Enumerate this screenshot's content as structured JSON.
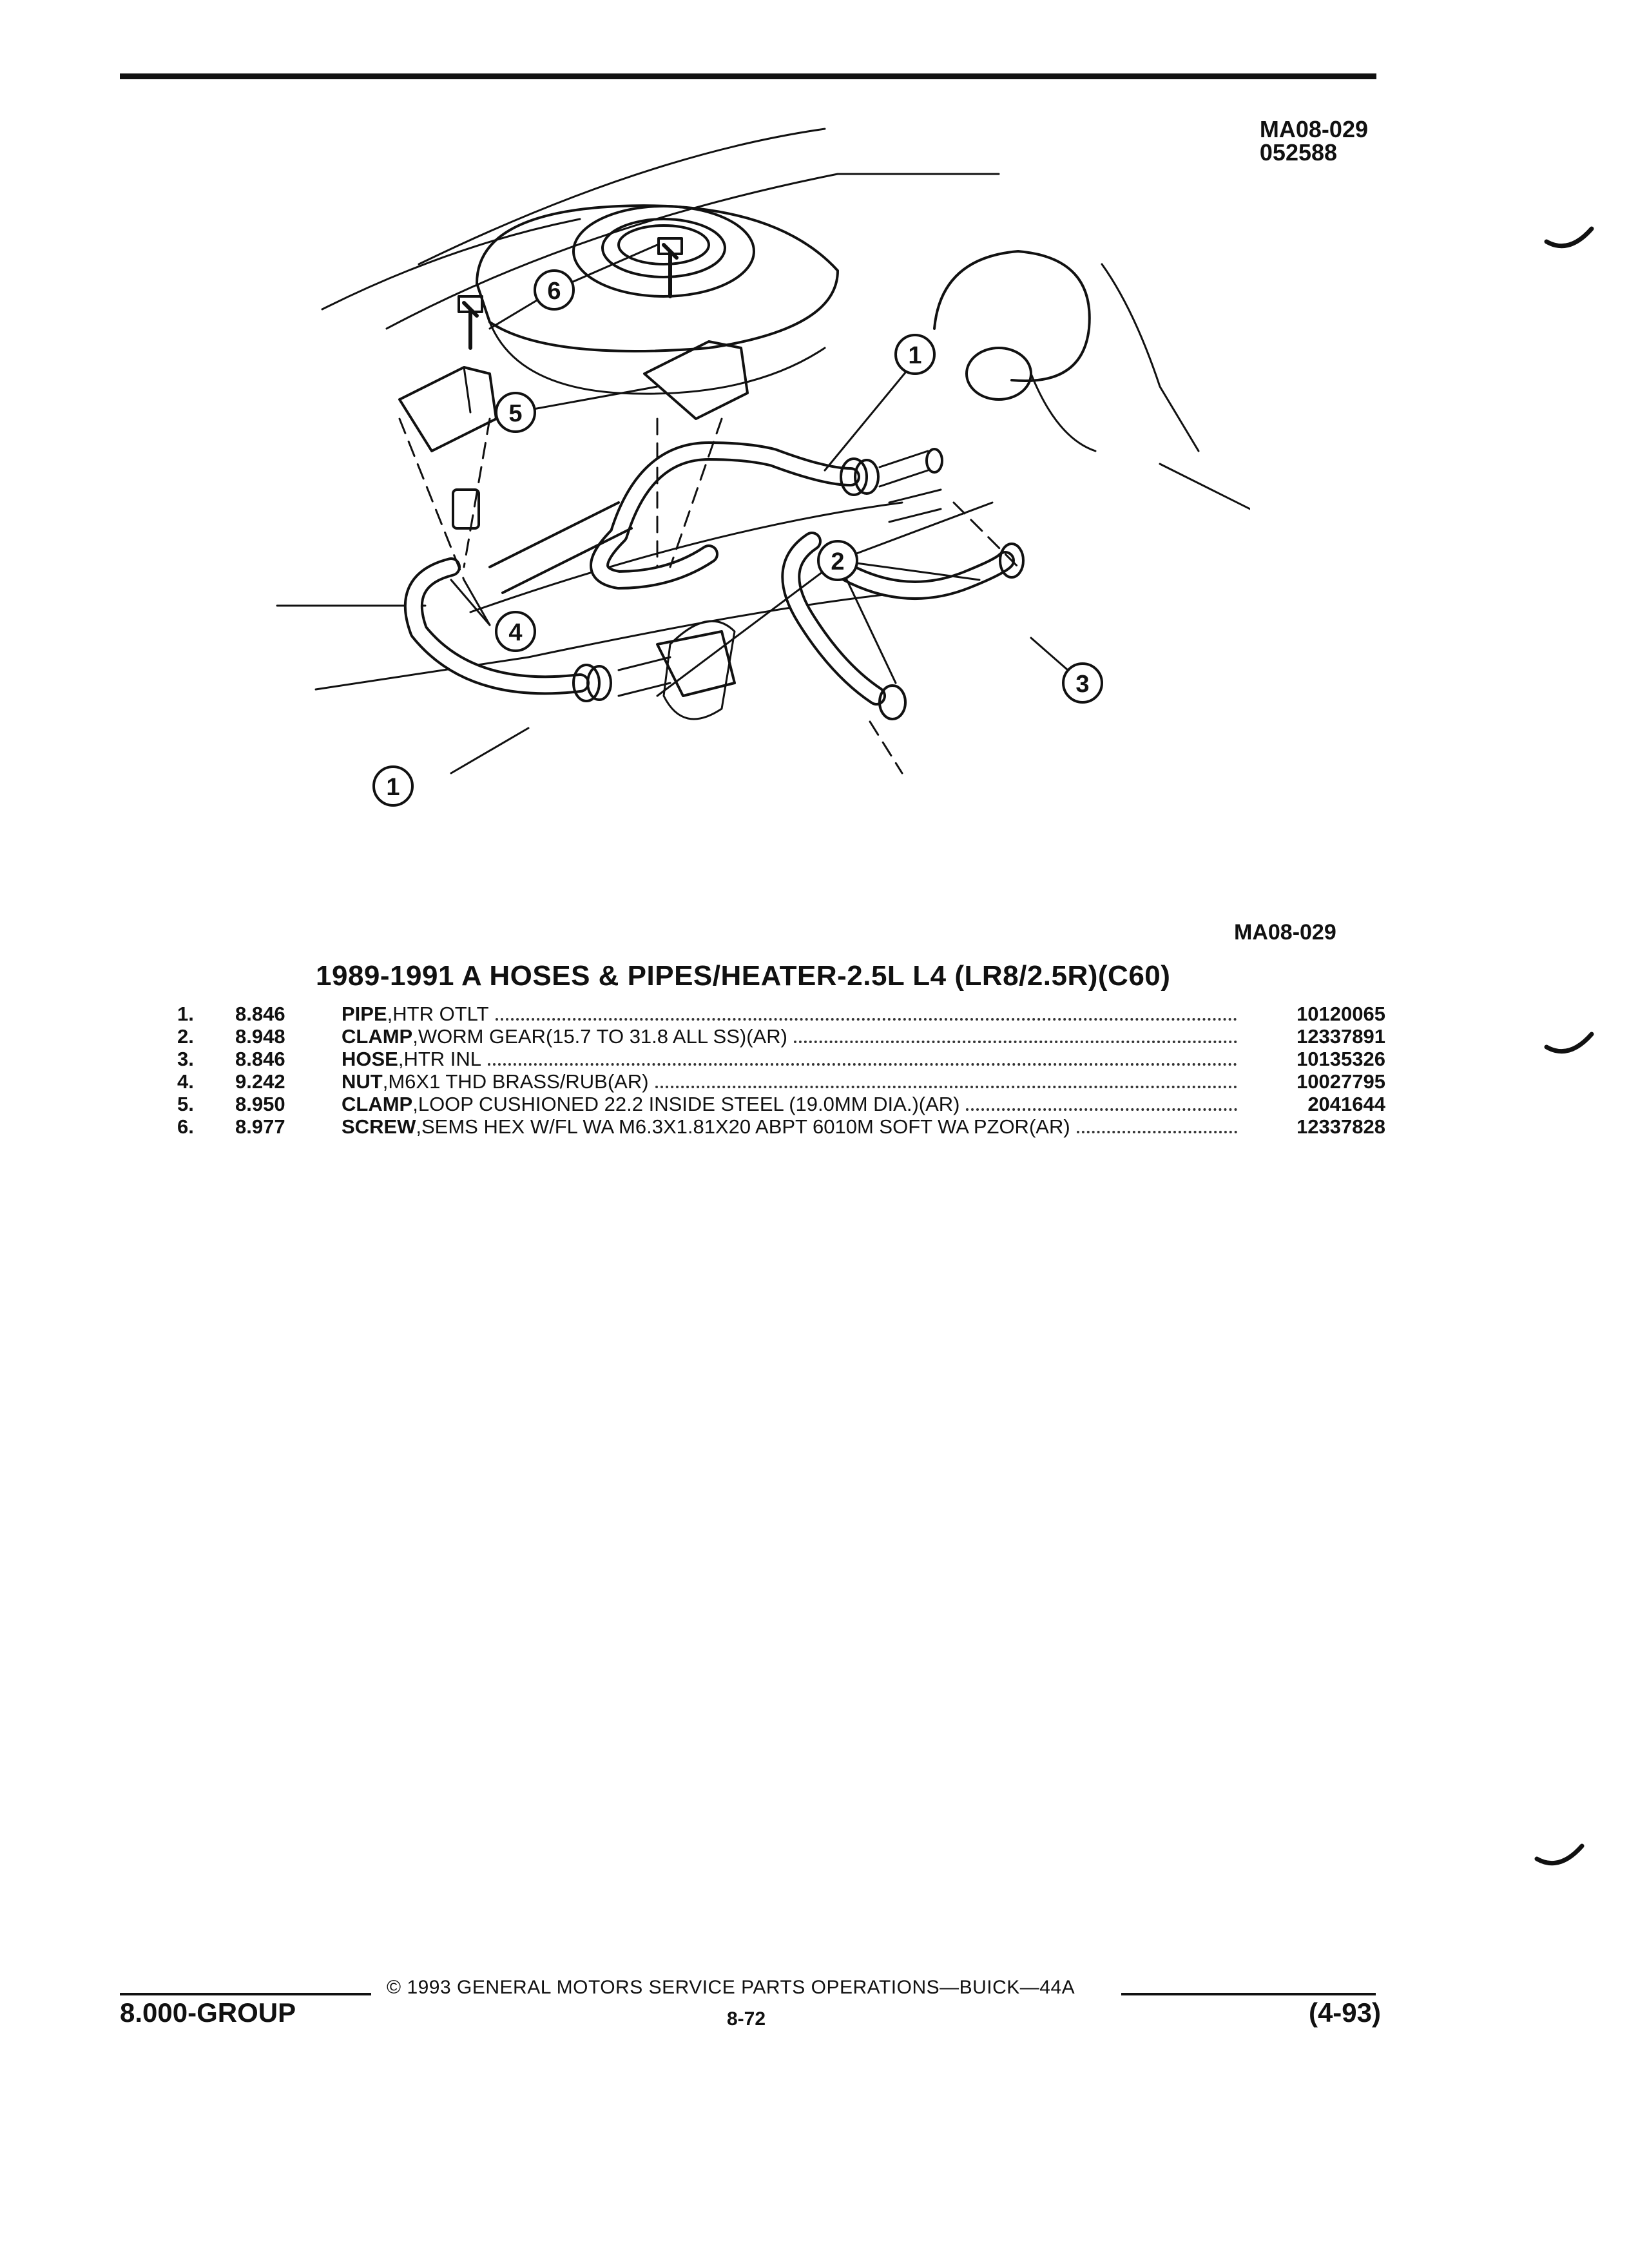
{
  "header": {
    "ref_code": "MA08-029",
    "ref_date": "052588"
  },
  "diagram": {
    "caption": "MA08-029",
    "callouts": [
      "1",
      "1",
      "2",
      "3",
      "4",
      "5",
      "6"
    ]
  },
  "parts": {
    "title": "1989-1991 A HOSES & PIPES/HEATER-2.5L L4 (LR8/2.5R)(C60)",
    "rows": [
      {
        "num": "1.",
        "code": "8.846",
        "name": "PIPE",
        "detail": ",HTR OTLT",
        "part": "10120065"
      },
      {
        "num": "2.",
        "code": "8.948",
        "name": "CLAMP",
        "detail": ",WORM GEAR(15.7 TO 31.8 ALL SS)(AR)",
        "part": "12337891"
      },
      {
        "num": "3.",
        "code": "8.846",
        "name": "HOSE",
        "detail": ",HTR INL",
        "part": "10135326"
      },
      {
        "num": "4.",
        "code": "9.242",
        "name": "NUT",
        "detail": ",M6X1 THD BRASS/RUB(AR)",
        "part": "10027795"
      },
      {
        "num": "5.",
        "code": "8.950",
        "name": "CLAMP",
        "detail": ",LOOP CUSHIONED 22.2 INSIDE STEEL (19.0MM DIA.)(AR)",
        "part": "2041644"
      },
      {
        "num": "6.",
        "code": "8.977",
        "name": "SCREW",
        "detail": ",SEMS HEX W/FL WA M6.3X1.81X20 ABPT 6010M SOFT WA PZOR(AR)",
        "part": "12337828"
      }
    ]
  },
  "footer": {
    "copyright": "© 1993 GENERAL MOTORS SERVICE PARTS OPERATIONS—BUICK—44A",
    "group": "8.000-GROUP",
    "page": "8-72",
    "revision": "(4-93)"
  }
}
